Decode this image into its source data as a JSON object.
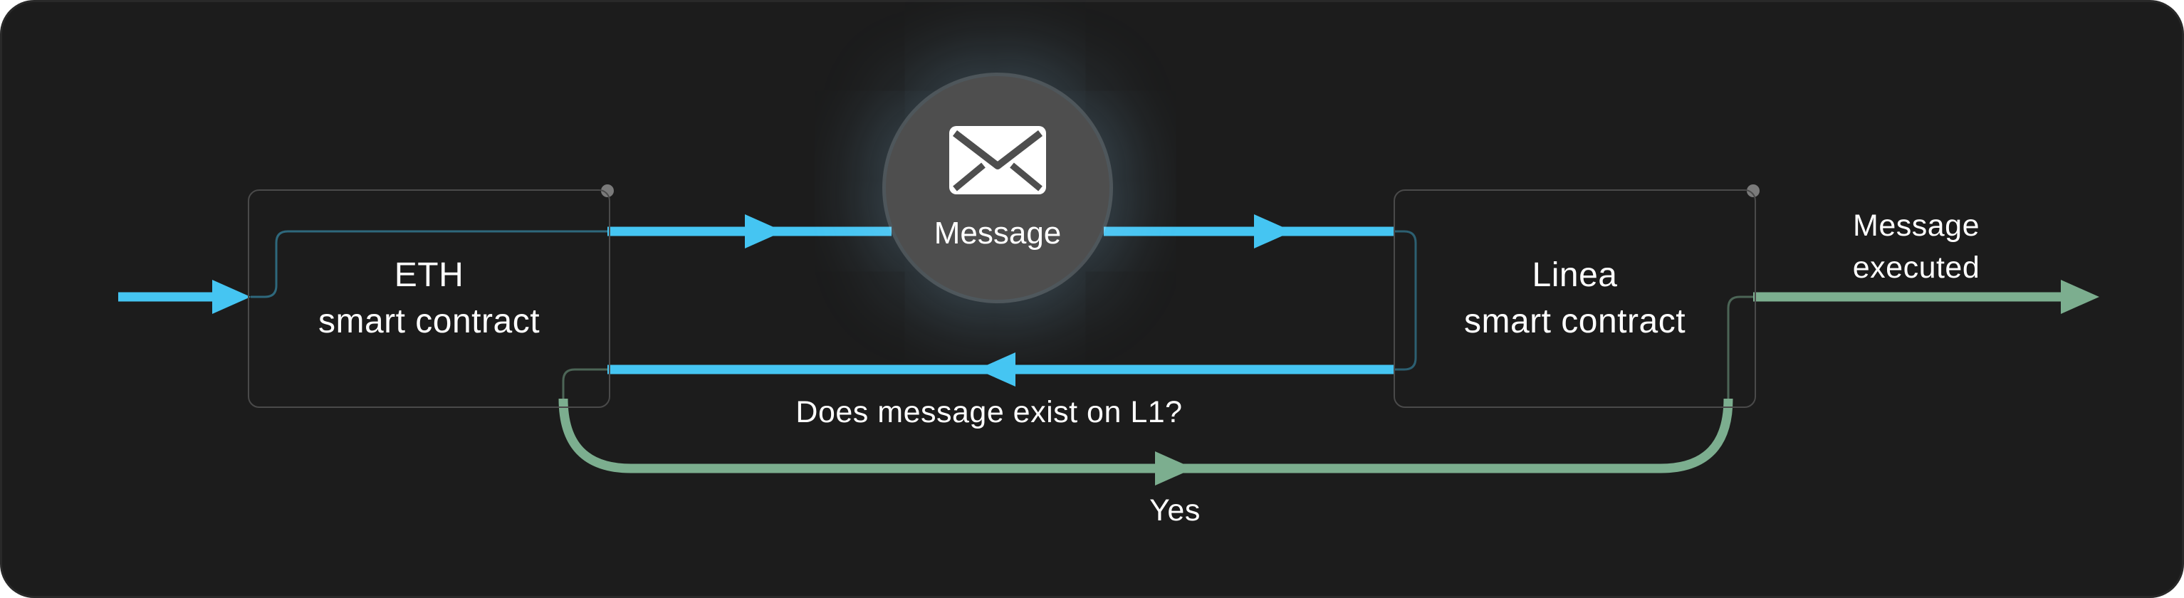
{
  "nodes": {
    "eth": {
      "line1": "ETH",
      "line2": "smart contract"
    },
    "linea": {
      "line1": "Linea",
      "line2": "smart contract"
    },
    "message": {
      "label": "Message",
      "icon": "envelope-icon"
    }
  },
  "labels": {
    "question": "Does message exist on L1?",
    "yes": "Yes",
    "executed": "Message executed"
  },
  "colors": {
    "background": "#1c1c1c",
    "arrow_blue": "#45c5f2",
    "arrow_green": "#7cae8f",
    "node_border": "#4a4a4a",
    "message_circle_fill": "#4e4e4e",
    "handle_dot": "#7a7a7a",
    "text": "#ffffff"
  }
}
